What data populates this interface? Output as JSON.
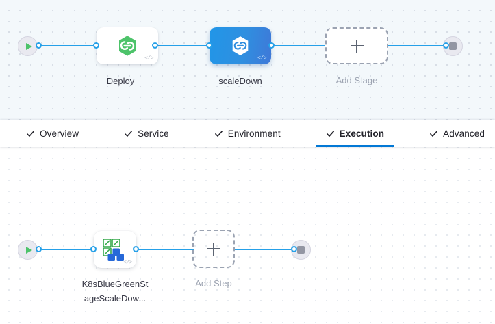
{
  "stage_graph": {
    "start_node": {
      "icon": "play-icon",
      "name": "pipeline-start"
    },
    "end_node": {
      "icon": "stop-icon",
      "name": "pipeline-end"
    },
    "nodes": [
      {
        "label": "Deploy",
        "icon": "harness-hexagon-green-icon",
        "badge": "</>",
        "selected": false
      },
      {
        "label": "scaleDown",
        "icon": "harness-hexagon-white-icon",
        "badge": "</>",
        "selected": true
      }
    ],
    "add_stage": {
      "label": "Add Stage",
      "icon": "plus-icon"
    }
  },
  "tabbar": {
    "tabs": [
      {
        "label": "Overview",
        "icon": "check-icon",
        "active": false
      },
      {
        "label": "Service",
        "icon": "check-icon",
        "active": false
      },
      {
        "label": "Environment",
        "icon": "check-icon",
        "active": false
      },
      {
        "label": "Execution",
        "icon": "check-icon",
        "active": true
      },
      {
        "label": "Advanced",
        "icon": "check-icon",
        "active": false
      }
    ],
    "active_underline_color": "#0278D5"
  },
  "step_graph": {
    "start_node": {
      "icon": "play-icon",
      "name": "execution-start"
    },
    "end_node": {
      "icon": "stop-icon",
      "name": "execution-end"
    },
    "steps": [
      {
        "label_line1": "K8sBlueGreenSt",
        "label_line2": "ageScaleDow...",
        "icon": "kubernetes-step-icon",
        "badge": "</>"
      }
    ],
    "add_step": {
      "label": "Add Step",
      "icon": "plus-icon"
    }
  },
  "colors": {
    "wire": "#26A0E8",
    "accent_blue": "#0278D5",
    "node_green": "#4DC36A",
    "stage_canvas_bg": "#F3F8FB",
    "step_canvas_bg": "#FFFFFF"
  }
}
